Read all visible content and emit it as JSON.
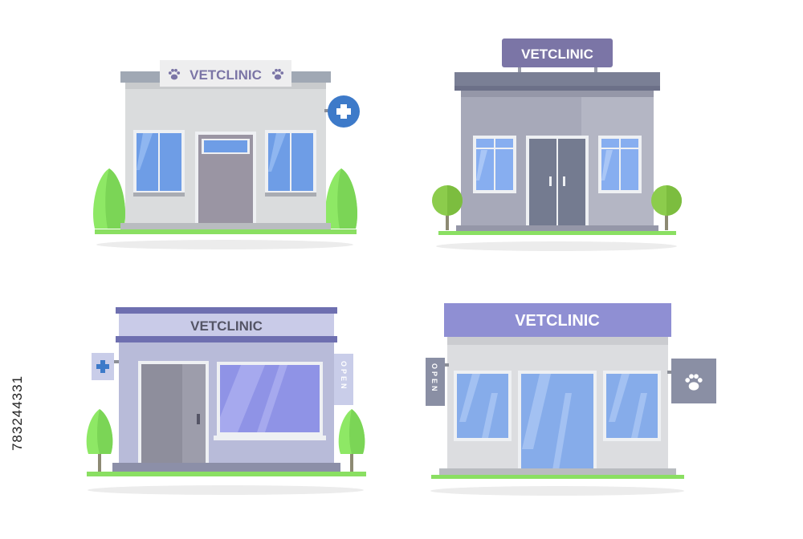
{
  "image": {
    "subject": "four flat-style veterinary clinic storefront illustrations",
    "stock_id": "783244331"
  },
  "buildings": [
    {
      "id": "clinic-1",
      "sign_text": "VETCLINIC",
      "sign_icons": [
        "paw-icon",
        "paw-icon"
      ],
      "side_sign": "cross-icon"
    },
    {
      "id": "clinic-2",
      "sign_text": "VETCLINIC"
    },
    {
      "id": "clinic-3",
      "sign_text": "VETCLINIC",
      "side_sign": "cross-icon",
      "open_sign": "OPEN"
    },
    {
      "id": "clinic-4",
      "sign_text": "VETCLINIC",
      "side_sign": "paw-icon",
      "open_sign": "OPEN"
    }
  ],
  "colors": {
    "wall_grey": "#d9dadb",
    "wall_slate": "#a7a9b9",
    "wall_lavender": "#bfc2e0",
    "sign_purple": "#7b75a6",
    "window_blue": "#6e9de6",
    "grass_green": "#8adf62",
    "cross_blue": "#3d7ac9"
  }
}
